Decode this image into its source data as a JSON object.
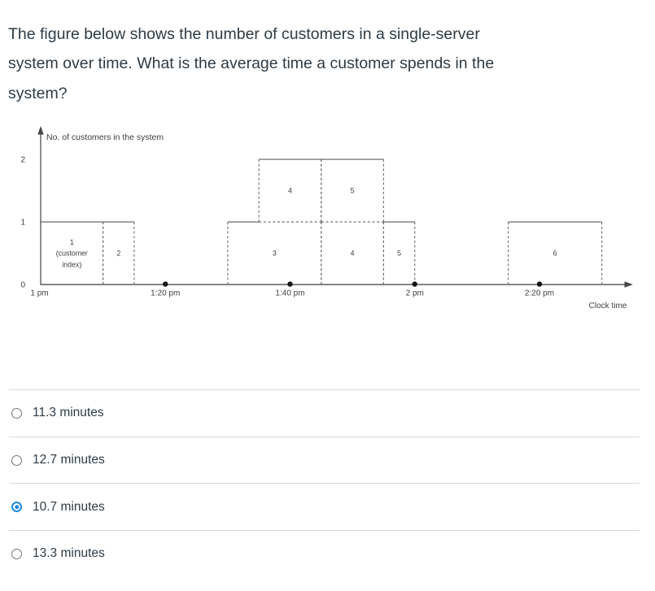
{
  "question": {
    "lines": [
      "The figure below shows the number of customers in a single-server",
      "system over time. What is the average time a customer spends in the",
      "system?"
    ]
  },
  "chart_data": {
    "type": "step",
    "ylabel": "No. of customers in the system",
    "xlabel": "Clock time",
    "y_ticks": [
      "0",
      "1",
      "2"
    ],
    "ylim": [
      0,
      2
    ],
    "xlim_minutes": [
      0,
      95
    ],
    "x_ticks": [
      {
        "label": "1 pm",
        "minute": 0,
        "dot": false
      },
      {
        "label": "1:20 pm",
        "minute": 20,
        "dot": true
      },
      {
        "label": "1:40 pm",
        "minute": 40,
        "dot": true
      },
      {
        "label": "2 pm",
        "minute": 60,
        "dot": true
      },
      {
        "label": "2:20 pm",
        "minute": 80,
        "dot": true
      }
    ],
    "num_in_system_segments": [
      {
        "from_min": 0,
        "to_min": 15,
        "count": 1
      },
      {
        "from_min": 15,
        "to_min": 30,
        "count": 0
      },
      {
        "from_min": 30,
        "to_min": 35,
        "count": 1
      },
      {
        "from_min": 35,
        "to_min": 55,
        "count": 2
      },
      {
        "from_min": 55,
        "to_min": 60,
        "count": 1
      },
      {
        "from_min": 60,
        "to_min": 75,
        "count": 0
      },
      {
        "from_min": 75,
        "to_min": 90,
        "count": 1
      }
    ],
    "customer_boxes": [
      {
        "label": "1",
        "sublabel_lines": [
          "1",
          "(customer",
          "index)"
        ],
        "from_min": 0,
        "to_min": 10,
        "level": 0
      },
      {
        "label": "2",
        "from_min": 10,
        "to_min": 15,
        "level": 0
      },
      {
        "label": "3",
        "from_min": 30,
        "to_min": 45,
        "level": 0
      },
      {
        "label": "4",
        "from_min": 35,
        "to_min": 45,
        "level": 1
      },
      {
        "label": "5",
        "from_min": 45,
        "to_min": 55,
        "level": 1
      },
      {
        "label": "4",
        "from_min": 45,
        "to_min": 55,
        "level": 0
      },
      {
        "label": "5",
        "from_min": 55,
        "to_min": 60,
        "level": 0
      },
      {
        "label": "6",
        "from_min": 75,
        "to_min": 90,
        "level": 0
      }
    ]
  },
  "options": {
    "items": [
      {
        "label": "11.3 minutes",
        "selected": false
      },
      {
        "label": "12.7 minutes",
        "selected": false
      },
      {
        "label": "10.7 minutes",
        "selected": true
      },
      {
        "label": "13.3 minutes",
        "selected": false
      }
    ]
  },
  "colors": {
    "accent_blue": "#1e88e5",
    "text_dark": "#2d3b45",
    "chart_line": "#6a6a6a",
    "divider": "#d9d9d9"
  }
}
